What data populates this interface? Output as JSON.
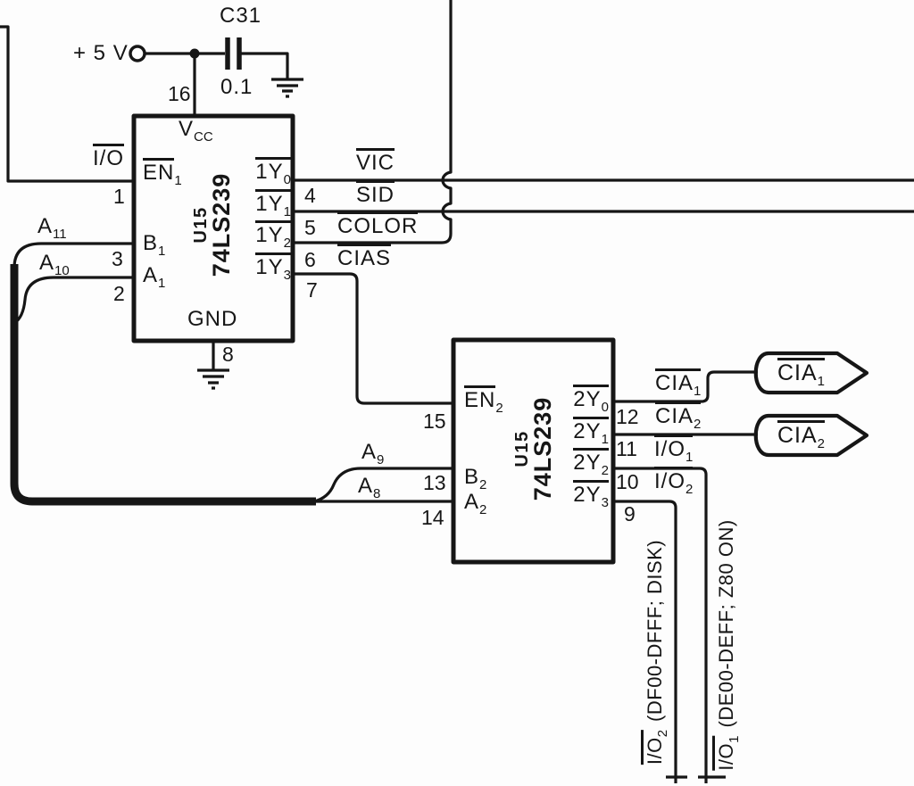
{
  "colors": {
    "ink": "#161616",
    "paper": "#fdfdfd"
  },
  "power": {
    "rail_label": "+ 5 V",
    "cap_ref": "C31",
    "cap_value": "0.1",
    "vcc_pin": "16",
    "gnd_pin_ic1": "8"
  },
  "ic1": {
    "refdes": "U15",
    "part": "74LS239",
    "vcc": {
      "base": "V",
      "sub": "CC"
    },
    "gnd": "GND",
    "pins": {
      "en": {
        "base": "EN",
        "sub": "1",
        "num": "1"
      },
      "b": {
        "base": "B",
        "sub": "1",
        "num": "3"
      },
      "a": {
        "base": "A",
        "sub": "1",
        "num": "2"
      },
      "y0": {
        "base": "1Y",
        "sub": "0",
        "num": "4"
      },
      "y1": {
        "base": "1Y",
        "sub": "1",
        "num": "5"
      },
      "y2": {
        "base": "1Y",
        "sub": "2",
        "num": "6"
      },
      "y3": {
        "base": "1Y",
        "sub": "3",
        "num": "7"
      }
    }
  },
  "ic2": {
    "refdes": "U15",
    "part": "74LS239",
    "pins": {
      "en": {
        "base": "EN",
        "sub": "2",
        "num": "15"
      },
      "b": {
        "base": "B",
        "sub": "2",
        "num": "13"
      },
      "a": {
        "base": "A",
        "sub": "2",
        "num": "14"
      },
      "y0": {
        "base": "2Y",
        "sub": "0",
        "num": "12"
      },
      "y1": {
        "base": "2Y",
        "sub": "1",
        "num": "11"
      },
      "y2": {
        "base": "2Y",
        "sub": "2",
        "num": "10"
      },
      "y3": {
        "base": "2Y",
        "sub": "3",
        "num": "9"
      }
    }
  },
  "inputs": {
    "io": "I/O",
    "a11": {
      "base": "A",
      "sub": "11"
    },
    "a10": {
      "base": "A",
      "sub": "10"
    },
    "a9": {
      "base": "A",
      "sub": "9"
    },
    "a8": {
      "base": "A",
      "sub": "8"
    }
  },
  "nets": {
    "vic": "VIC",
    "sid": "SID",
    "color": "COLOR",
    "cias": "CIAS",
    "cia1": {
      "base": "CIA",
      "sub": "1"
    },
    "cia2": {
      "base": "CIA",
      "sub": "2"
    },
    "io1": {
      "base": "I/O",
      "sub": "1"
    },
    "io2": {
      "base": "I/O",
      "sub": "2"
    }
  },
  "connectors": {
    "cia1": {
      "base": "CIA",
      "sub": "1"
    },
    "cia2": {
      "base": "CIA",
      "sub": "2"
    }
  },
  "notes": {
    "io2_suffix": "(DF00-DFFF; DISK)",
    "io1_suffix": "(DE00-DEFF; Z80 ON)"
  }
}
